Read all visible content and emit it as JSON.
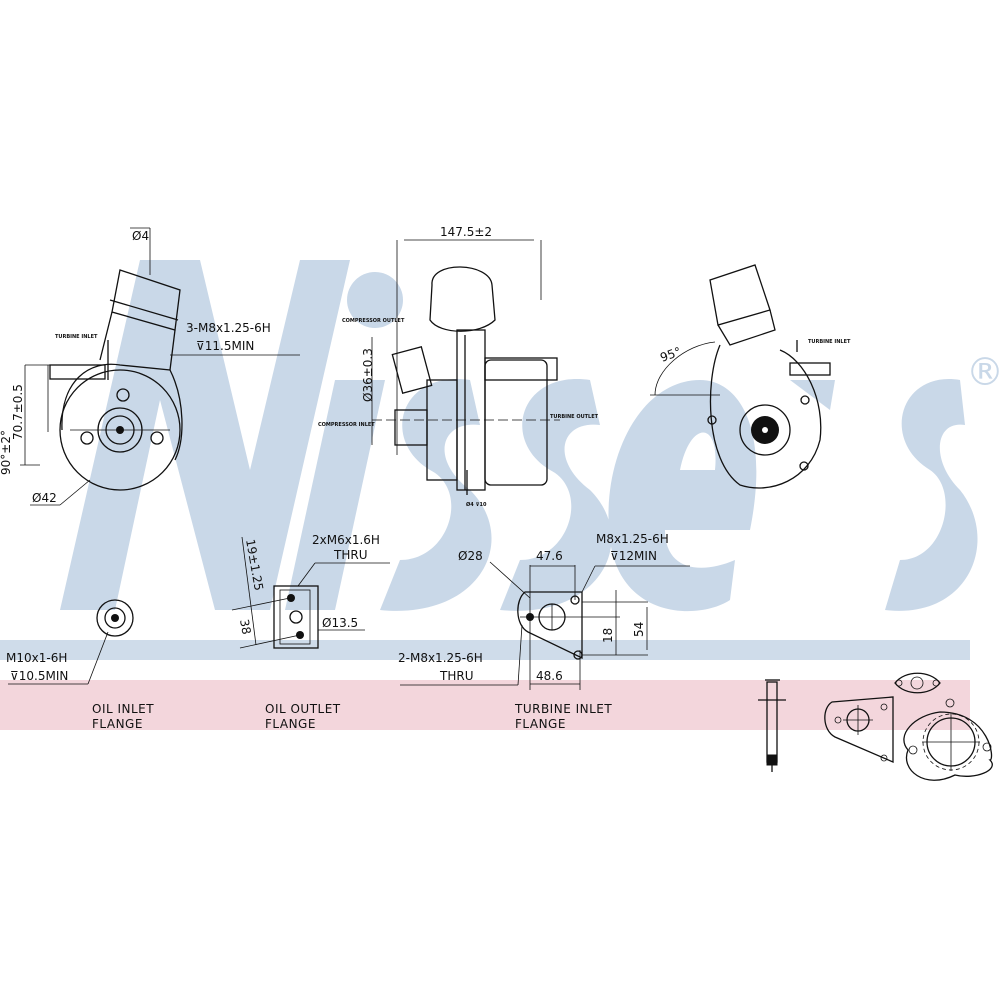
{
  "watermark": {
    "brand": "Nissens",
    "registered": "®",
    "color": "#c9d8e8",
    "band_blue": "#cfdcea",
    "band_pink": "#f3d6dc"
  },
  "left_view": {
    "dim_top": "Ø4",
    "turbine_inlet": "TURBINE INLET",
    "thread": "3-M8x1.25-6H",
    "depth": "⊽11.5MIN",
    "dim_height": "70.7±0.5",
    "angle": "90°±2°",
    "dia": "Ø42"
  },
  "center_view": {
    "width": "147.5±2",
    "dia": "Ø36±0.3",
    "compressor_outlet": "COMPRESSOR OUTLET",
    "compressor_inlet": "COMPRESSOR INLET",
    "turbine_outlet": "TURBINE OUTLET",
    "bottom_dim": "Ø4 ⊽10"
  },
  "right_view": {
    "angle": "95°",
    "turbine_inlet": "TURBINE INLET"
  },
  "oil_inlet": {
    "thread": "M10x1-6H",
    "depth": "⊽10.5MIN",
    "title_line1": "OIL INLET",
    "title_line2": "FLANGE"
  },
  "oil_outlet": {
    "thread": "2xM6x1.6H",
    "thru": "THRU",
    "spacing": "19±1.25",
    "height": "38",
    "dia": "Ø13.5",
    "title_line1": "OIL OUTLET",
    "title_line2": "FLANGE"
  },
  "turbine_inlet": {
    "dia": "Ø28",
    "width": "47.6",
    "thread": "M8x1.25-6H",
    "depth": "⊽12MIN",
    "thread2": "2-M8x1.25-6H",
    "thru": "THRU",
    "bottom_width": "48.6",
    "offset": "18",
    "height": "54",
    "title_line1": "TURBINE INLET",
    "title_line2": "FLANGE"
  }
}
